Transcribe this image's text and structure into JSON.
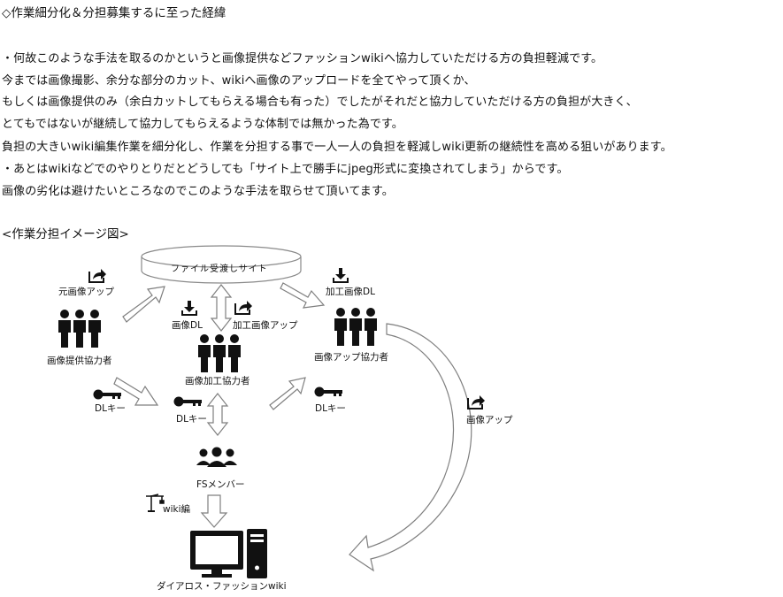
{
  "heading": "◇作業細分化＆分担募集するに至った経緯",
  "paragraphs": [
    "・何故このような手法を取るのかというと画像提供などファッションwikiへ協力していただける方の負担軽減です。",
    "今までは画像撮影、余分な部分のカット、wikiへ画像のアップロードを全てやって頂くか、",
    "もしくは画像提供のみ（余白カットしてもらえる場合も有った）でしたがそれだと協力していただける方の負担が大きく、",
    "とてもではないが継続して協力してもらえるような体制では無かった為です。",
    "負担の大きいwiki編集作業を細分化し、作業を分担する事で一人一人の負担を軽減しwiki更新の継続性を高める狙いがあります。",
    "・あとはwikiなどでのやりとりだとどうしても「サイト上で勝手にjpeg形式に変換されてしまう」からです。",
    "画像の劣化は避けたいところなのでこのような手法を取らせて頂いてます。"
  ],
  "diagram_title": "<作業分担イメージ図>",
  "diagram": {
    "file_site": "ファイル受渡しサイト",
    "original_upload": "元画像アップ",
    "image_provider": "画像提供協力者",
    "image_dl": "画像DL",
    "processed_upload": "加工画像アップ",
    "image_processor": "画像加工協力者",
    "processed_dl": "加工画像DL",
    "image_uploader": "画像アップ協力者",
    "dl_key_left": "DLキー",
    "dl_key_center": "DLキー",
    "dl_key_right": "DLキー",
    "image_up": "画像アップ",
    "fs_members": "FSメンバー",
    "wiki_edit": "wiki編",
    "wiki_site": "ダイアロス・ファッションwiki"
  },
  "icons": [
    "share-icon",
    "download-icon",
    "people-icon",
    "key-icon",
    "group-icon",
    "crane-icon",
    "computer-icon"
  ]
}
